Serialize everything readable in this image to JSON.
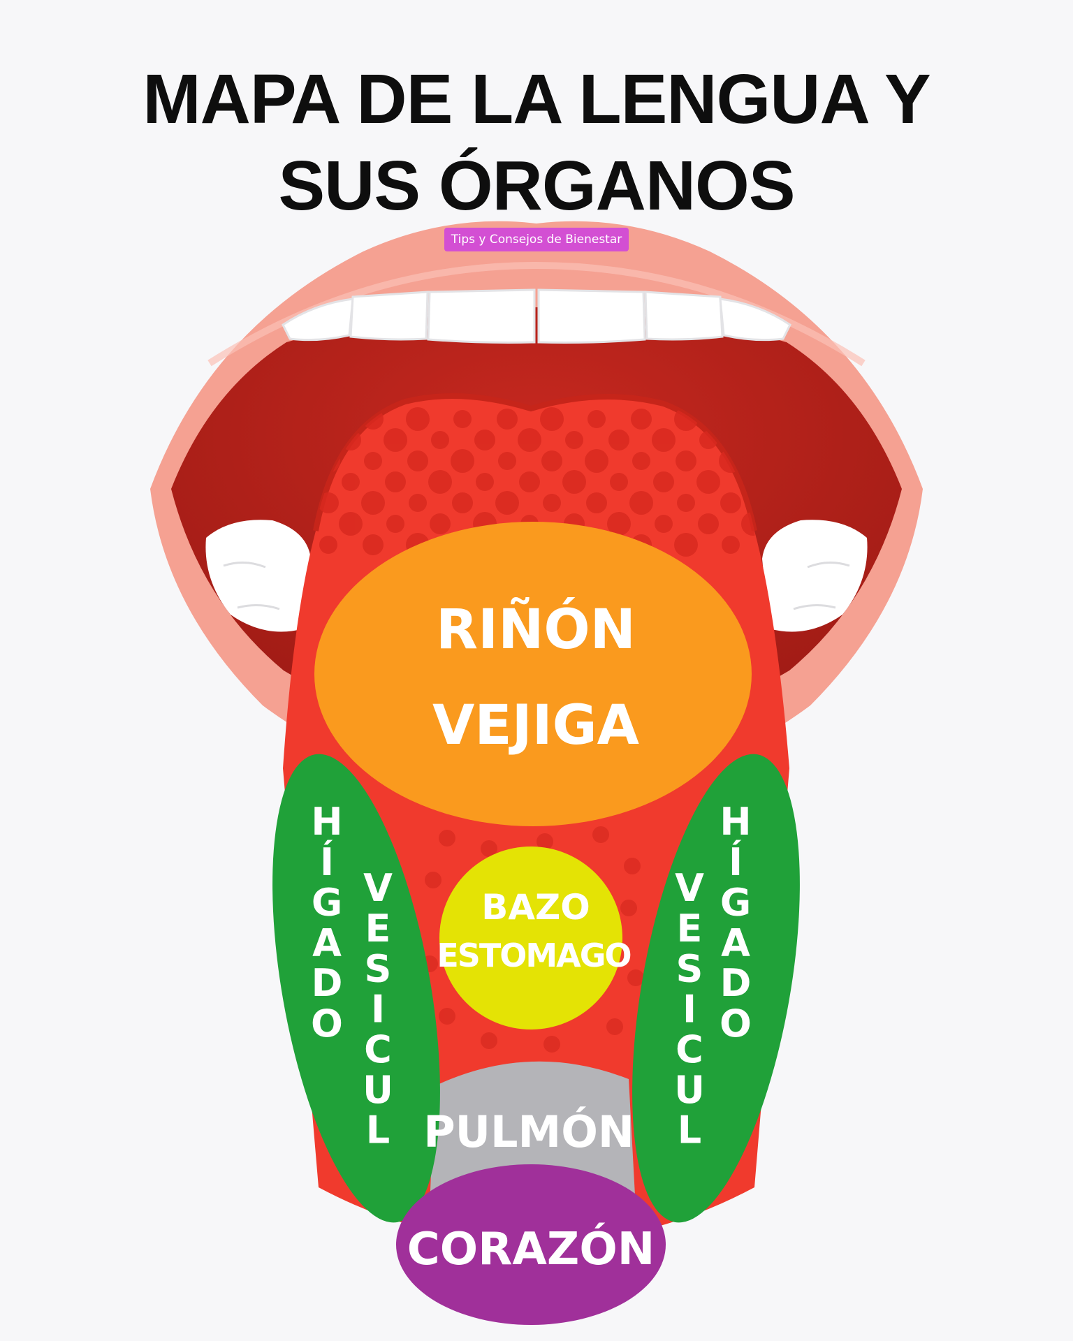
{
  "title": {
    "line1": "MAPA DE LA LENGUA Y",
    "line2": "SUS ÓRGANOS"
  },
  "badge": "Tips y Consejos de Bienestar",
  "zones": {
    "rinon": "RIÑÓN",
    "vejiga": "VEJIGA",
    "bazo": "BAZO",
    "estomago": "ESTOMAGO",
    "pulmon": "PULMÓN",
    "corazon": "CORAZÓN",
    "higado_left": "HÍGADO",
    "vesicula_left": "VESICUL",
    "higado_right": "HÍGADO",
    "vesicula_right": "VESICUL"
  },
  "colors": {
    "kidney": "#fa9a1e",
    "spleen": "#e4e305",
    "lung": "#b4b4b8",
    "heart": "#a0309a",
    "liver": "#20a139",
    "tongue": "#f03a2d",
    "mouth": "#b8211a",
    "lips": "#f7a799"
  }
}
